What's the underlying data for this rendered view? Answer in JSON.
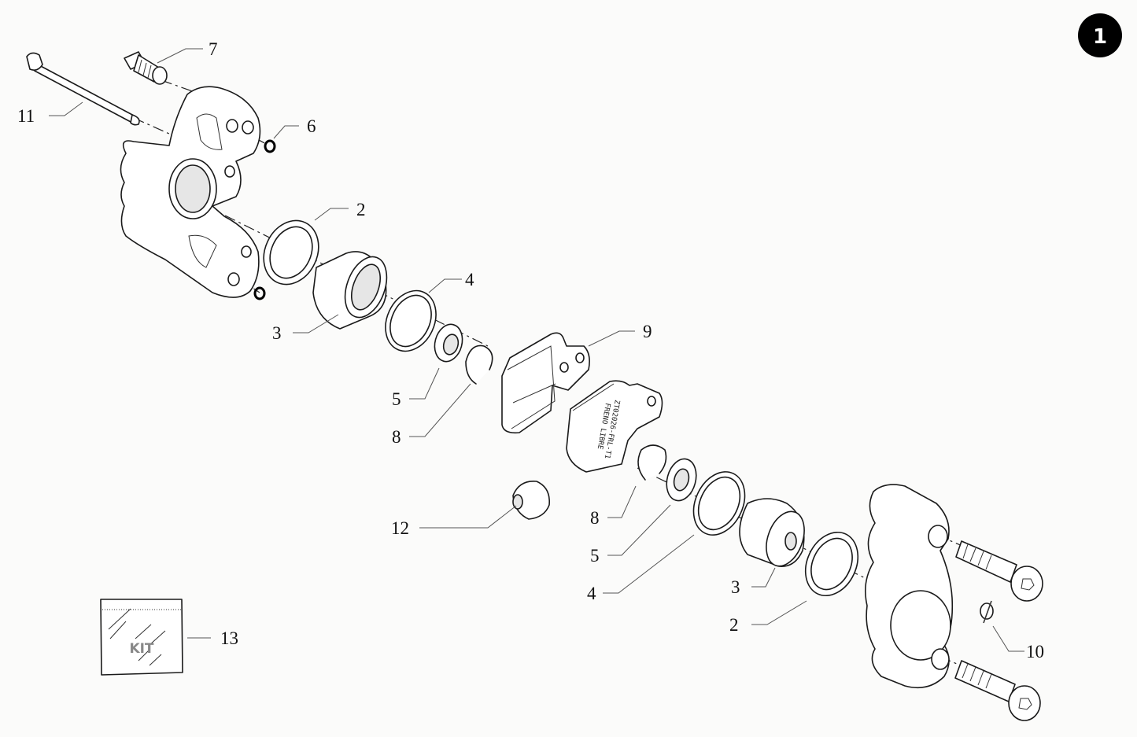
{
  "diagram": {
    "page_badge": "1",
    "callouts": [
      "7",
      "11",
      "6",
      "2",
      "4",
      "3",
      "9",
      "5",
      "8",
      "12",
      "8",
      "5",
      "4",
      "3",
      "2",
      "10",
      "13"
    ],
    "kit_label": "KIT",
    "pad_marking": [
      "ZT02026-FRL-T1",
      "FRENO LIBRE"
    ]
  }
}
